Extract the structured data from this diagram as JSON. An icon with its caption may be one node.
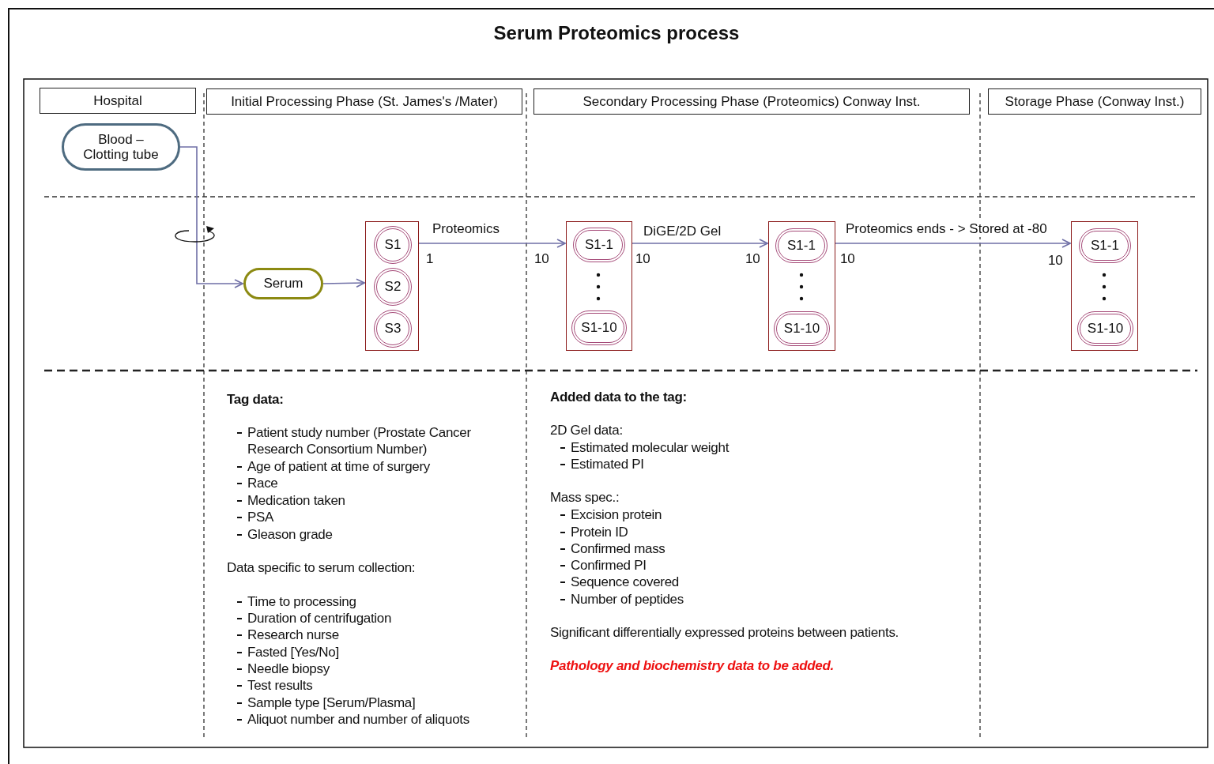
{
  "diagram": {
    "title": "Serum Proteomics process",
    "nodes": [
      {
        "text": [
          "Hospital"
        ]
      },
      {
        "text": [
          "Initial Processing Phase (St. James's /Mater)"
        ]
      },
      {
        "text": [
          "Secondary Processing Phase (Proteomics) Conway Inst."
        ]
      },
      {
        "text": [
          "Storage Phase (Conway Inst.)"
        ]
      },
      {
        "text": [
          "Blood – Clotting tube"
        ]
      },
      {
        "text": [
          "Serum"
        ]
      },
      {
        "text": [],
        "shape": "box"
      },
      {
        "text": [
          "S1"
        ],
        "in": 6
      },
      {
        "text": [
          "S2"
        ],
        "in": 6
      },
      {
        "text": [
          "S3"
        ],
        "in": 6
      },
      {
        "text": [],
        "shape": "box"
      },
      {
        "text": [
          "S1-1"
        ],
        "in": 10
      },
      {
        "text": [
          "S1-10"
        ],
        "in": 10
      },
      {
        "text": [],
        "shape": "box"
      },
      {
        "text": [
          "S1-1"
        ],
        "in": 13
      },
      {
        "text": [
          "S1-10"
        ],
        "in": 13
      },
      {
        "text": [],
        "shape": "box"
      },
      {
        "text": [
          "S1-1"
        ],
        "in": 16
      },
      {
        "text": [
          "S1-10"
        ],
        "in": 16
      }
    ],
    "edges": [
      {
        "from": 4,
        "to": 5,
        "arrow": "to"
      },
      {
        "from": 5,
        "to": 6,
        "arrow": "to"
      },
      {
        "from": 6,
        "to": 10,
        "arrow": "to",
        "label": "Proteomics"
      },
      {
        "from": 10,
        "to": 13,
        "arrow": "to",
        "label": "DiGE/2D Gel"
      },
      {
        "from": 13,
        "to": 16,
        "arrow": "to",
        "label": "Proteomics ends - > Stored at -80"
      }
    ],
    "labels": [
      "1",
      "10",
      "10",
      "10",
      "10",
      "10",
      "Tag data:",
      "Patient study number (Prostate Cancer Research Consortium Number)",
      "Age of patient at time of surgery",
      "Race",
      "Medication taken",
      "PSA",
      "Gleason grade",
      "Data specific to serum collection:",
      "Time to processing",
      "Duration of centrifugation",
      "Research nurse",
      "Fasted [Yes/No]",
      "Needle biopsy",
      "Test results",
      "Sample type [Serum/Plasma]",
      "Aliquot number and number of aliquots",
      "Added data to the tag:",
      "2D Gel data:",
      "Estimated molecular weight",
      "Estimated PI",
      "Mass spec.:",
      "Excision protein",
      "Protein ID",
      "Confirmed mass",
      "Confirmed PI",
      "Sequence covered",
      "Number of peptides",
      "Significant differentially expressed proteins between patients.",
      "Pathology and biochemistry data to be added."
    ]
  }
}
